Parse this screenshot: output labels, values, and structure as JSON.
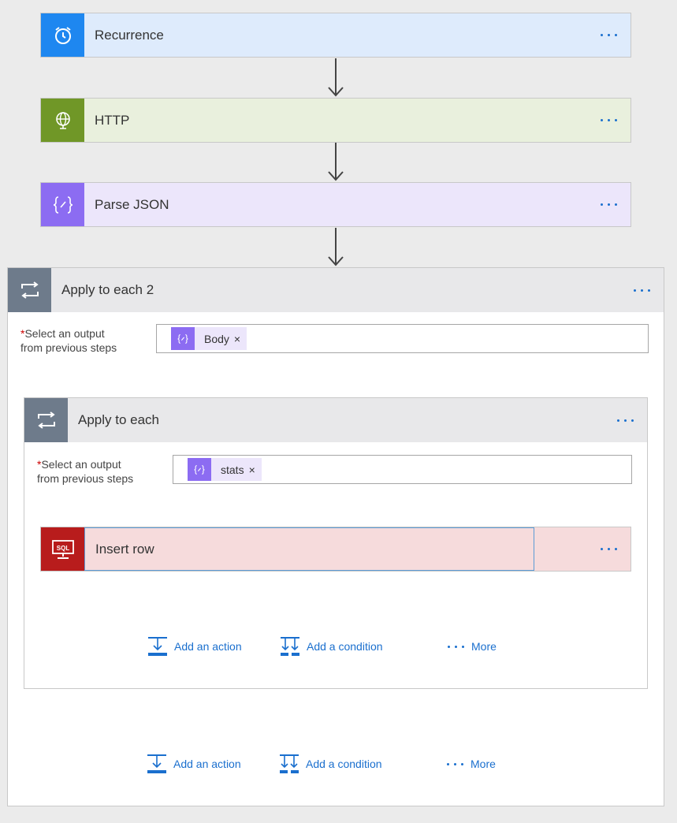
{
  "steps": [
    {
      "title": "Recurrence",
      "icon": "alarm-clock-icon",
      "bg": "#deebfc",
      "icon_bg": "#1e87f0"
    },
    {
      "title": "HTTP",
      "icon": "globe-icon",
      "bg": "#e9f0dd",
      "icon_bg": "#709727"
    },
    {
      "title": "Parse JSON",
      "icon": "braces-icon",
      "bg": "#ece6fb",
      "icon_bg": "#8c6cf2"
    }
  ],
  "outer_loop": {
    "title": "Apply to each 2",
    "label_line1": "Select an output",
    "label_line2": "from previous steps",
    "token": "Body",
    "token_close": "×"
  },
  "inner_loop": {
    "title": "Apply to each",
    "label_line1": "Select an output",
    "label_line2": "from previous steps",
    "token": "stats",
    "token_close": "×"
  },
  "insert_row": {
    "title": "Insert row",
    "icon": "sql-monitor-icon",
    "bg": "#f6dbdc",
    "icon_bg": "#b81c1c"
  },
  "actions": {
    "add_action": "Add an action",
    "add_condition": "Add a condition",
    "more": "More"
  },
  "colors": {
    "accent": "#1a6fce",
    "required": "#cc0000"
  }
}
